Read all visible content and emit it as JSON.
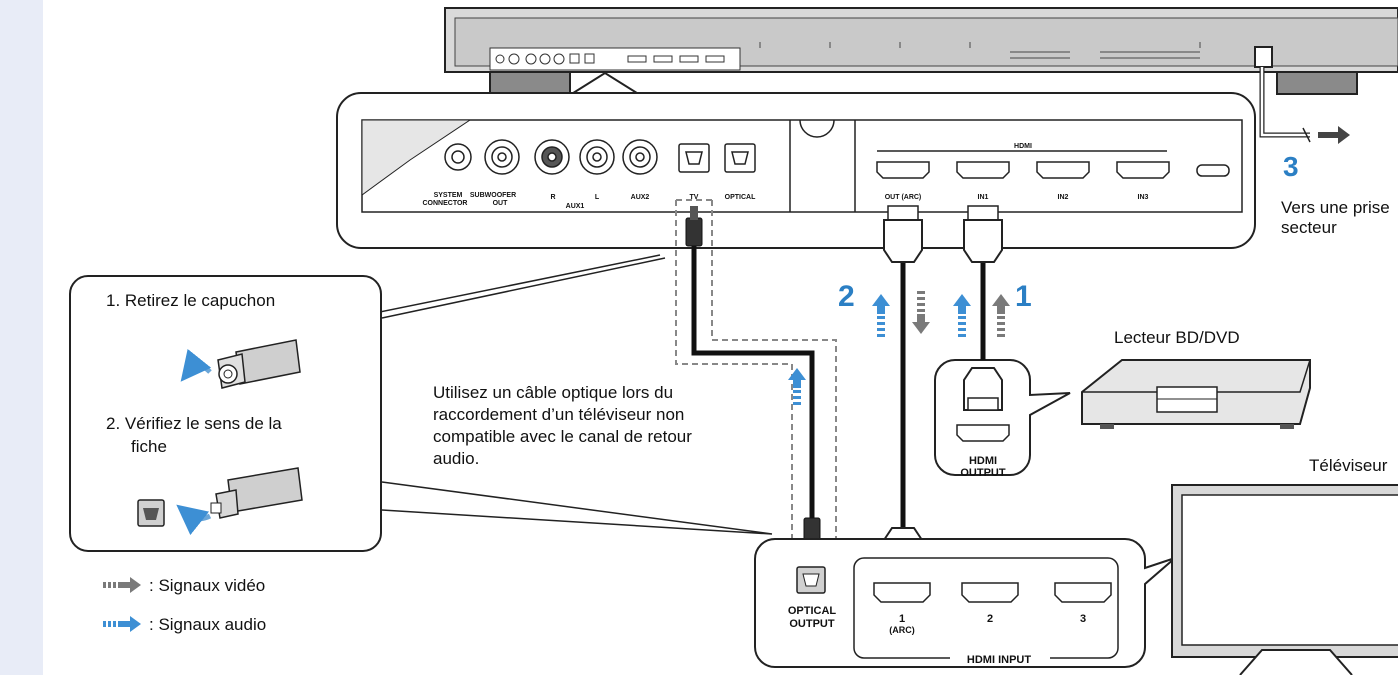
{
  "panel": {
    "system_connector": [
      "SYSTEM",
      "CONNECTOR"
    ],
    "subwoofer_out": [
      "SUBWOOFER",
      "OUT"
    ],
    "r": "R",
    "l": "L",
    "aux1": "AUX1",
    "aux2": "AUX2",
    "tv": "TV",
    "optical": "OPTICAL",
    "hdmi": "HDMI",
    "out_arc": "OUT (ARC)",
    "in1": "IN1",
    "in2": "IN2",
    "in3": "IN3"
  },
  "callout": {
    "step1": "1.  Retirez le capuchon",
    "step2_line1": "2.  Vérifiez le sens de la",
    "step2_line2": "fiche"
  },
  "note": [
    "Utilisez un câble optique lors du",
    "raccordement d’un téléviseur non",
    "compatible avec le canal de retour",
    "audio."
  ],
  "steps": {
    "one": "1",
    "two": "2",
    "three": "3"
  },
  "power": {
    "line1": "Vers une prise",
    "line2": "secteur"
  },
  "bd_player": {
    "label": "Lecteur BD/DVD",
    "hdmi_output": [
      "HDMI",
      "OUTPUT"
    ]
  },
  "tv": {
    "label": "Téléviseur",
    "optical_output": [
      "OPTICAL",
      "OUTPUT"
    ],
    "hdmi_input": "HDMI INPUT",
    "port1": "1",
    "port1_arc": "(ARC)",
    "port2": "2",
    "port3": "3"
  },
  "legend": {
    "video": ": Signaux vidéo",
    "audio": ": Signaux audio",
    "video_color": "#7a7a7a",
    "audio_color": "#3d8fd4"
  }
}
